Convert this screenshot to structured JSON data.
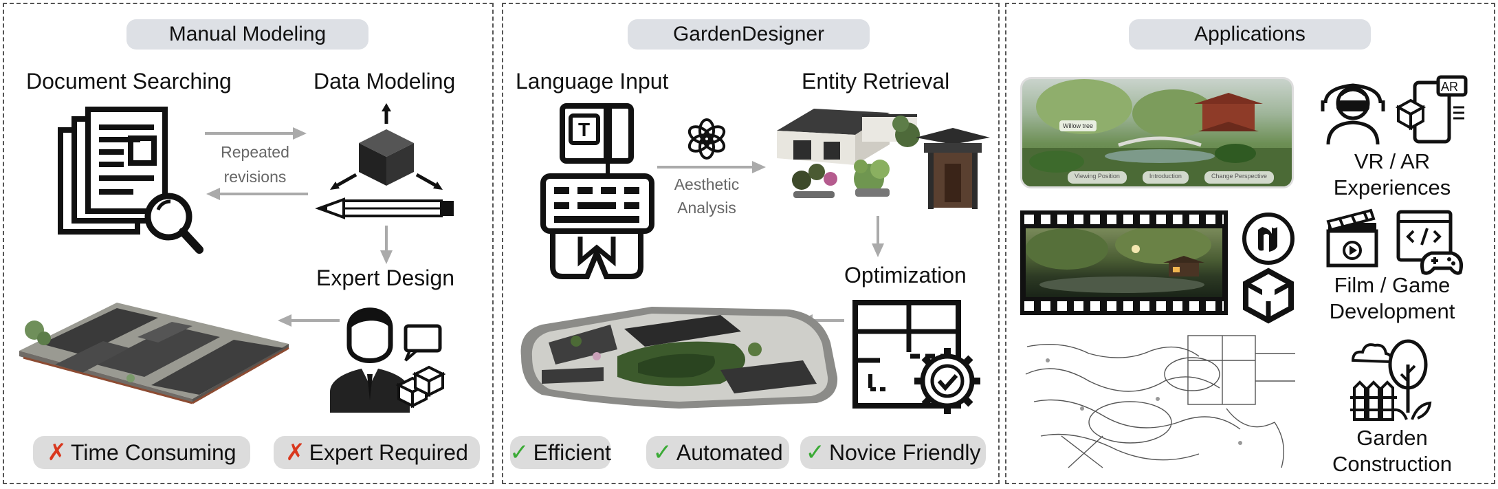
{
  "panels": {
    "manual": {
      "title": "Manual Modeling",
      "document_searching": "Document Searching",
      "data_modeling": "Data Modeling",
      "repeated_revisions_1": "Repeated",
      "repeated_revisions_2": "revisions",
      "expert_design": "Expert Design",
      "drawbacks": [
        "Time Consuming",
        "Expert Required"
      ]
    },
    "gardendesigner": {
      "title": "GardenDesigner",
      "language_input": "Language Input",
      "entity_retrieval": "Entity Retrieval",
      "aesthetic_analysis_1": "Aesthetic",
      "aesthetic_analysis_2": "Analysis",
      "optimization": "Optimization",
      "benefits": [
        "Efficient",
        "Automated",
        "Novice Friendly"
      ]
    },
    "applications": {
      "title": "Applications",
      "vr_ar_1": "VR / AR",
      "vr_ar_2": "Experiences",
      "ar_tag": "AR",
      "film_game_1": "Film / Game",
      "film_game_2": "Development",
      "garden_construction_1": "Garden",
      "garden_construction_2": "Construction",
      "ui_buttons": [
        "Viewing Position",
        "Introduction",
        "Change Perspective"
      ],
      "ui_card": "Willow tree"
    }
  },
  "icons": {
    "cross": "x-mark-icon",
    "check": "check-mark-icon",
    "cross_mark": "✗",
    "check_mark": "✓"
  },
  "colors": {
    "pill_bg": "#dde0e5",
    "badge_bg": "#dcdcdc",
    "cross": "#d9381e",
    "check": "#3aaa35",
    "arrow": "#aaaaaa"
  }
}
